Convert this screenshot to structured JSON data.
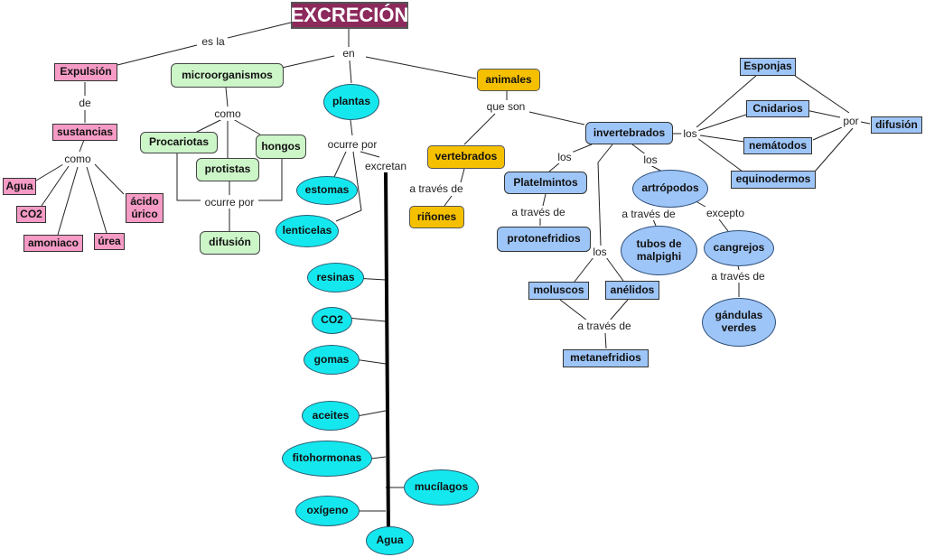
{
  "title": "EXCRECIÓN",
  "nodes": {
    "expulsion": "Expulsión",
    "sustancias": "sustancias",
    "agua1": "Agua",
    "co2_1": "CO2",
    "amoniaco": "amoniaco",
    "urea": "úrea",
    "acido": "ácido úrico",
    "microorganismos": "microorganismos",
    "procariotas": "Procariotas",
    "hongos": "hongos",
    "protistas": "protistas",
    "difusion1": "difusión",
    "plantas": "plantas",
    "estomas": "estomas",
    "lenticelas": "lenticelas",
    "resinas": "resinas",
    "co2_2": "CO2",
    "gomas": "gomas",
    "aceites": "aceites",
    "fitohormonas": "fitohormonas",
    "mucilagos": "mucílagos",
    "oxigeno": "oxígeno",
    "agua2": "Agua",
    "animales": "animales",
    "vertebrados": "vertebrados",
    "rinones": "riñones",
    "invertebrados": "invertebrados",
    "platelmintos": "Platelmintos",
    "protonefridios": "protonefridios",
    "artropodos": "artrópodos",
    "tubos": "tubos de malpighi",
    "cangrejos": "cangrejos",
    "gandulas": "gándulas verdes",
    "moluscos": "moluscos",
    "anelidos": "anélidos",
    "metanefridios": "metanefridios",
    "esponjas": "Esponjas",
    "cnidarios": "Cnidarios",
    "nematodos": "nemátodos",
    "equinodermos": "equinodermos",
    "difusion2": "difusión"
  },
  "labels": {
    "es_la": "es la",
    "en": "en",
    "de": "de",
    "como1": "como",
    "como2": "como",
    "ocurre_por1": "ocurre por",
    "ocurre_por2": "ocurre por",
    "excretan": "excretan",
    "que_son": "que son",
    "a_traves_vert": "a través de",
    "los_invert": "los",
    "los_plat": "los",
    "los_artro": "los",
    "a_traves_plat": "a través de",
    "los_mol": "los",
    "a_traves_artro": "a través de",
    "excepto": "excepto",
    "a_traves_cang": "a través de",
    "a_traves_mol": "a través de",
    "por": "por"
  },
  "colors": {
    "title_bg": "#8c2a5c",
    "pink": "#f59bc5",
    "green": "#ccf5c8",
    "cyan": "#14e8ee",
    "yellow": "#f5c000",
    "blue": "#9ec5f7"
  }
}
